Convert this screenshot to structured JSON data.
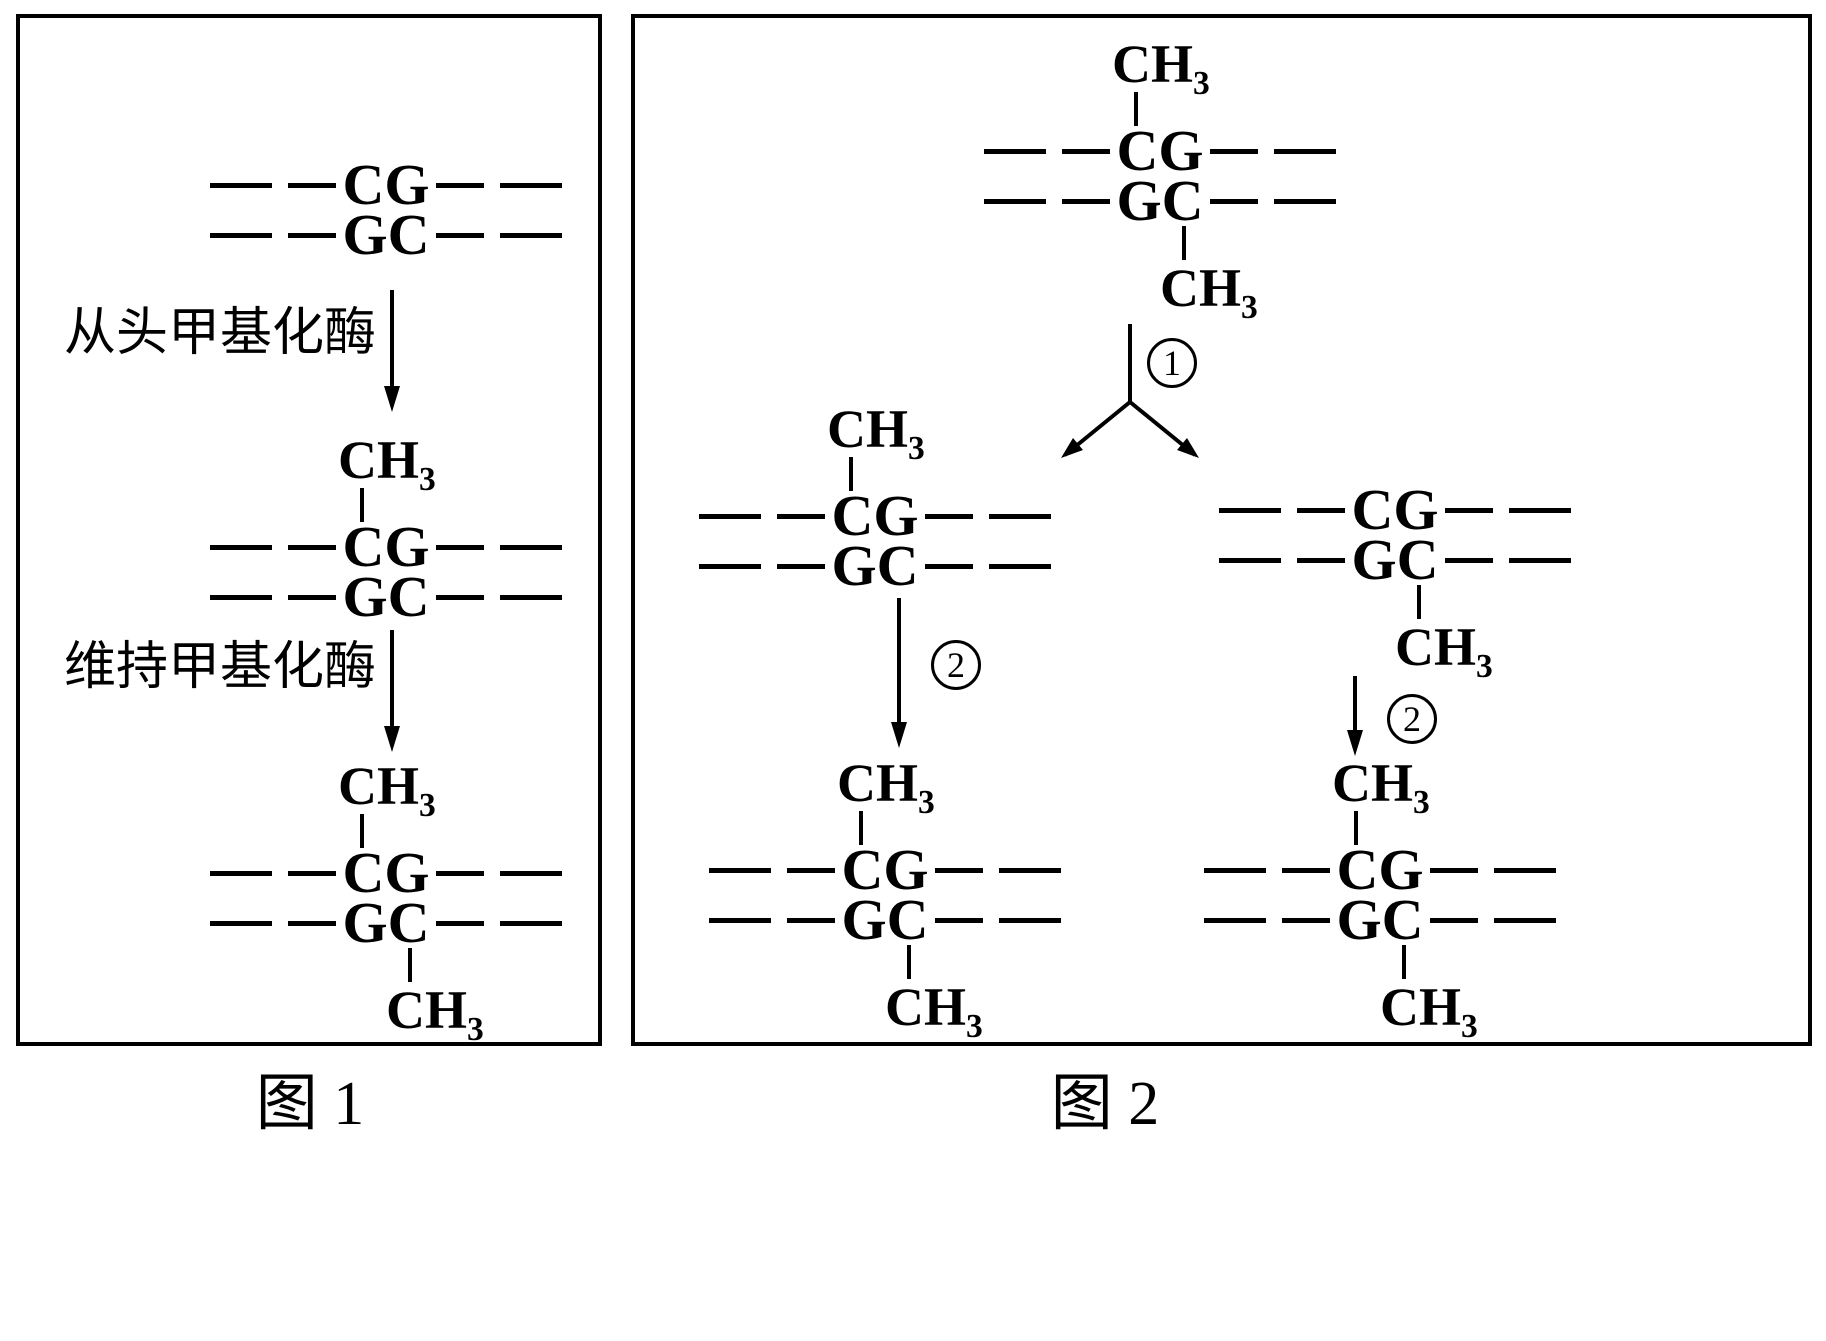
{
  "motif": {
    "top_strand": "CG",
    "bottom_strand": "GC",
    "methyl_base": "CH",
    "methyl_sub": "3"
  },
  "figure1": {
    "caption": "图 1",
    "enzyme_de_novo": "从头甲基化酶",
    "enzyme_maintenance": "维持甲基化酶"
  },
  "figure2": {
    "caption": "图 2",
    "step1": "1",
    "step2": "2"
  }
}
